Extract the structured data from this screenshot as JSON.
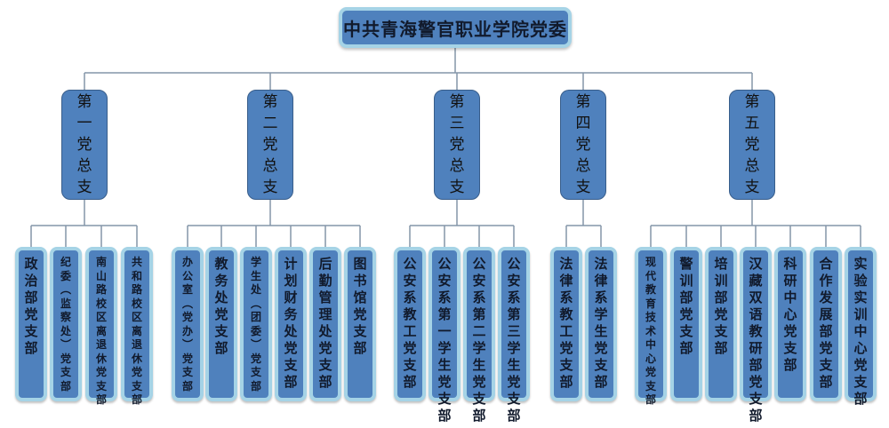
{
  "root": {
    "label": "中共青海警官职业学院党委"
  },
  "colors": {
    "box_fill": "#4f81bd",
    "box_border_light": "#a5d3e6",
    "box_border_dark": "#385d8a",
    "line": "#8496a8"
  },
  "branches": [
    {
      "label": "第一党总支",
      "children": [
        {
          "label": "政治部党支部"
        },
        {
          "label": "纪委（监察处）党支部"
        },
        {
          "label": "南山路校区离退休党支部"
        },
        {
          "label": "共和路校区离退休党支部"
        }
      ]
    },
    {
      "label": "第二党总支",
      "children": [
        {
          "label": "办公室（党办）党支部"
        },
        {
          "label": "教务处党支部"
        },
        {
          "label": "学生处（团委）党支部"
        },
        {
          "label": "计划财务处党支部"
        },
        {
          "label": "后勤管理处党支部"
        },
        {
          "label": "图书馆党支部"
        }
      ]
    },
    {
      "label": "第三党总支",
      "children": [
        {
          "label": "公安系教工党支部"
        },
        {
          "label": "公安系第一学生党支部"
        },
        {
          "label": "公安系第二学生党支部"
        },
        {
          "label": "公安系第三学生党支部"
        }
      ]
    },
    {
      "label": "第四党总支",
      "children": [
        {
          "label": "法律系教工党支部"
        },
        {
          "label": "法律系学生党支部"
        }
      ]
    },
    {
      "label": "第五党总支",
      "children": [
        {
          "label": "现代教育技术中心党支部"
        },
        {
          "label": "警训部党支部"
        },
        {
          "label": "培训部党支部"
        },
        {
          "label": "汉藏双语教研部党支部"
        },
        {
          "label": "科研中心党支部"
        },
        {
          "label": "合作发展部党支部"
        },
        {
          "label": "实验实训中心党支部"
        }
      ]
    }
  ]
}
